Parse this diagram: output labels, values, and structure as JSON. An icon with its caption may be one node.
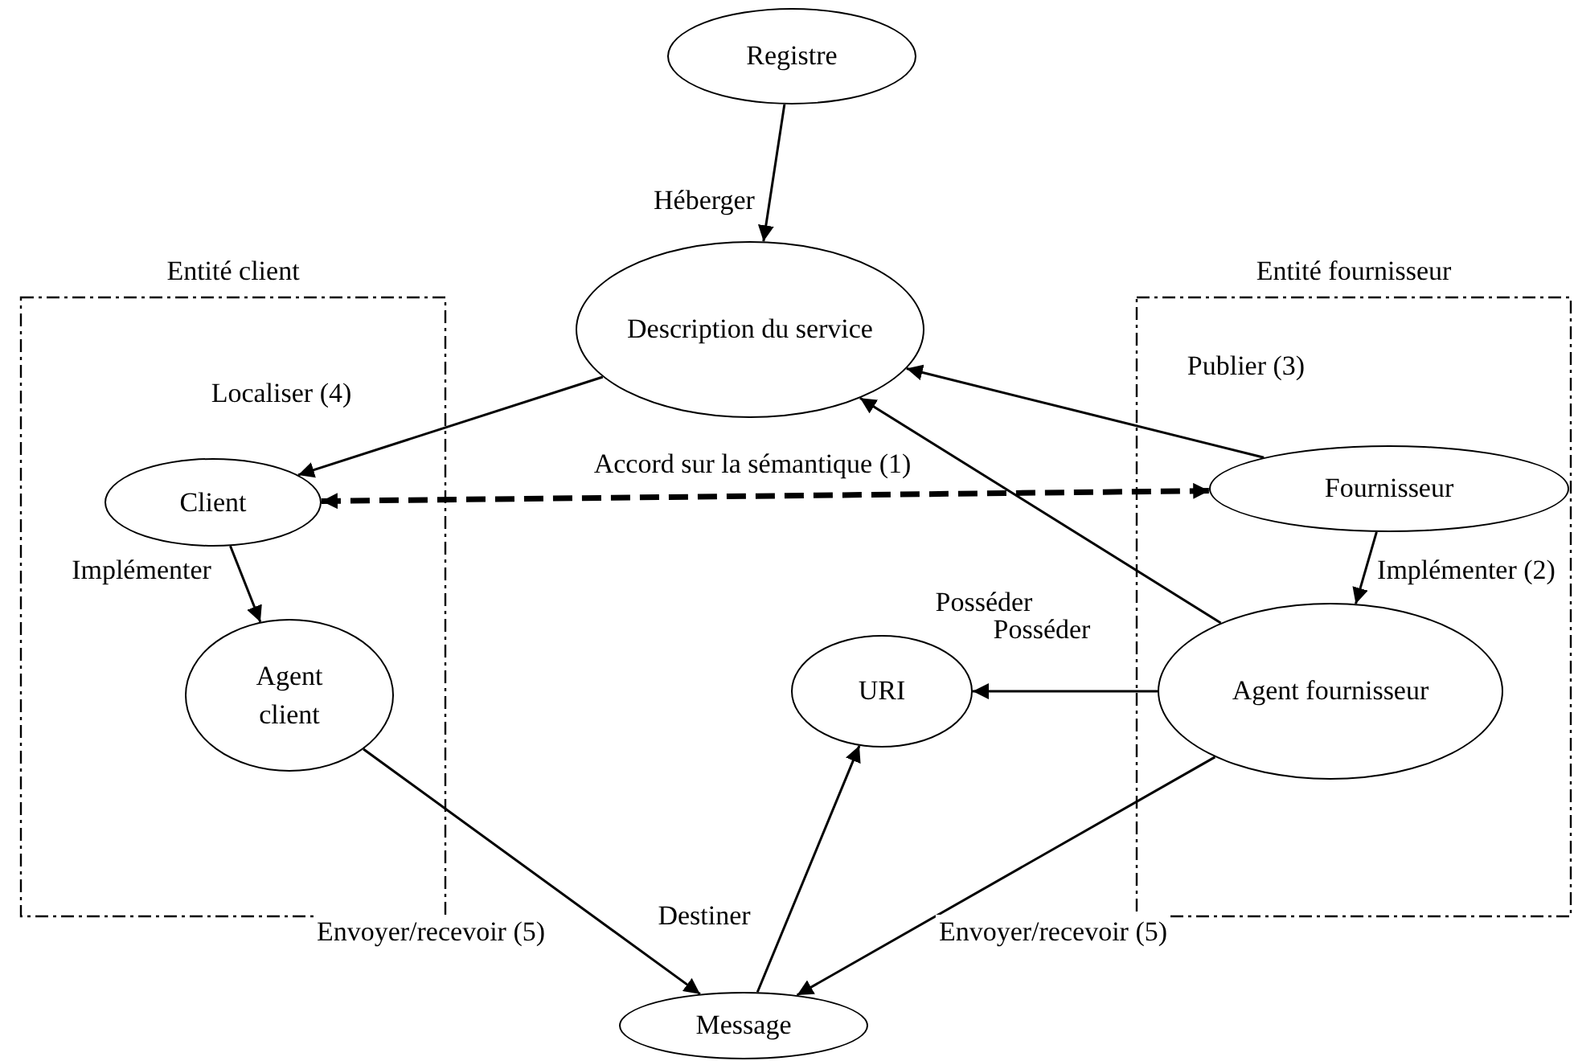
{
  "diagram": {
    "nodes": [
      {
        "text": [
          "Entité client"
        ]
      },
      {
        "text": [
          "Entité fournisseur"
        ]
      },
      {
        "text": [
          "Registre"
        ]
      },
      {
        "text": [
          "Description du service"
        ]
      },
      {
        "text": [
          "Client"
        ],
        "in": 0
      },
      {
        "text": [
          "Fournisseur"
        ],
        "in": 1
      },
      {
        "text": [
          "Agent client"
        ],
        "in": 0
      },
      {
        "text": [
          "URI"
        ]
      },
      {
        "text": [
          "Agent fournisseur"
        ],
        "in": 1
      },
      {
        "text": [
          "Message"
        ]
      }
    ],
    "edges": [
      {
        "from": 2,
        "to": 3,
        "arrow": "to",
        "label": "Héberger"
      },
      {
        "from": 3,
        "to": 4,
        "arrow": "to",
        "label": "Localiser (4)"
      },
      {
        "from": 4,
        "to": 5,
        "arrow": "both",
        "label": "Accord sur la sémantique (1)",
        "style": "dashed"
      },
      {
        "from": 5,
        "to": 3,
        "arrow": "to",
        "label": "Publier (3)"
      },
      {
        "from": 4,
        "to": 6,
        "arrow": "to",
        "label": "Implémenter"
      },
      {
        "from": 5,
        "to": 8,
        "arrow": "to",
        "label": "Implémenter (2)"
      },
      {
        "from": 8,
        "to": 3,
        "arrow": "to",
        "label": "Posséder"
      },
      {
        "from": 8,
        "to": 7,
        "arrow": "to",
        "label": "Posséder"
      },
      {
        "from": 6,
        "to": 9,
        "arrow": "to",
        "label": "Envoyer/recevoir (5)"
      },
      {
        "from": 8,
        "to": 9,
        "arrow": "to",
        "label": "Envoyer/recevoir (5)"
      },
      {
        "from": 9,
        "to": 7,
        "arrow": "to",
        "label": "Destiner"
      }
    ]
  }
}
